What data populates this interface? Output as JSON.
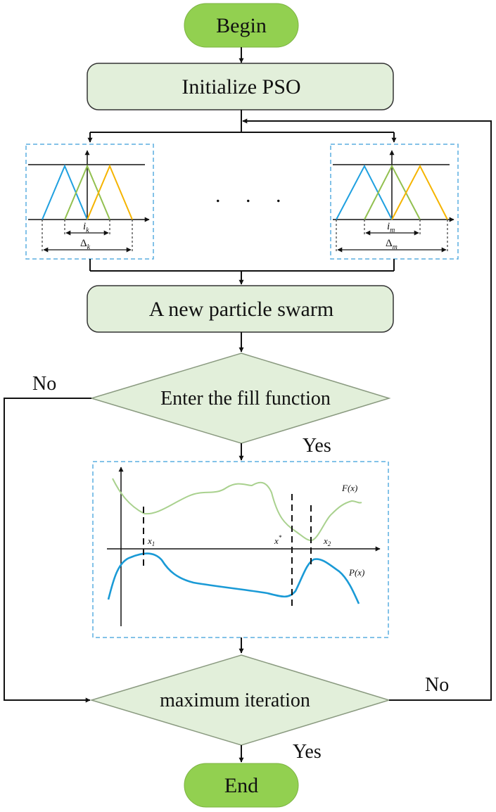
{
  "nodes": {
    "begin": "Begin",
    "initialize": "Initialize PSO",
    "new_swarm": "A new particle swarm",
    "fill_function": "Enter the fill function",
    "max_iteration": "maximum iteration",
    "end": "End"
  },
  "edges": {
    "fill_no": "No",
    "fill_yes": "Yes",
    "iter_no": "No",
    "iter_yes": "Yes"
  },
  "membership_panels": {
    "ellipsis": ". . .",
    "left": {
      "interval_label": "i",
      "interval_sub": "k",
      "width_label": "Δ",
      "width_sub": "k"
    },
    "right": {
      "interval_label": "i",
      "interval_sub": "m",
      "width_label": "Δ",
      "width_sub": "m"
    }
  },
  "fill_plot": {
    "curve_F_label": "F(x)",
    "curve_P_label": "P(x)",
    "x1_label": "x",
    "x1_sub": "1",
    "xstar_label": "x",
    "xstar_sup": "*",
    "x2_label": "x",
    "x2_sub": "2"
  },
  "colors": {
    "terminal_fill": "#92d050",
    "process_fill": "#e2efda",
    "decision_fill": "#e2efda",
    "panel_border": "#5aaee0",
    "tri_blue": "#1fa0e0",
    "tri_green": "#92c050",
    "tri_yellow": "#f5b400",
    "curve_F": "#a9d18e",
    "curve_P": "#1a9ad6"
  }
}
